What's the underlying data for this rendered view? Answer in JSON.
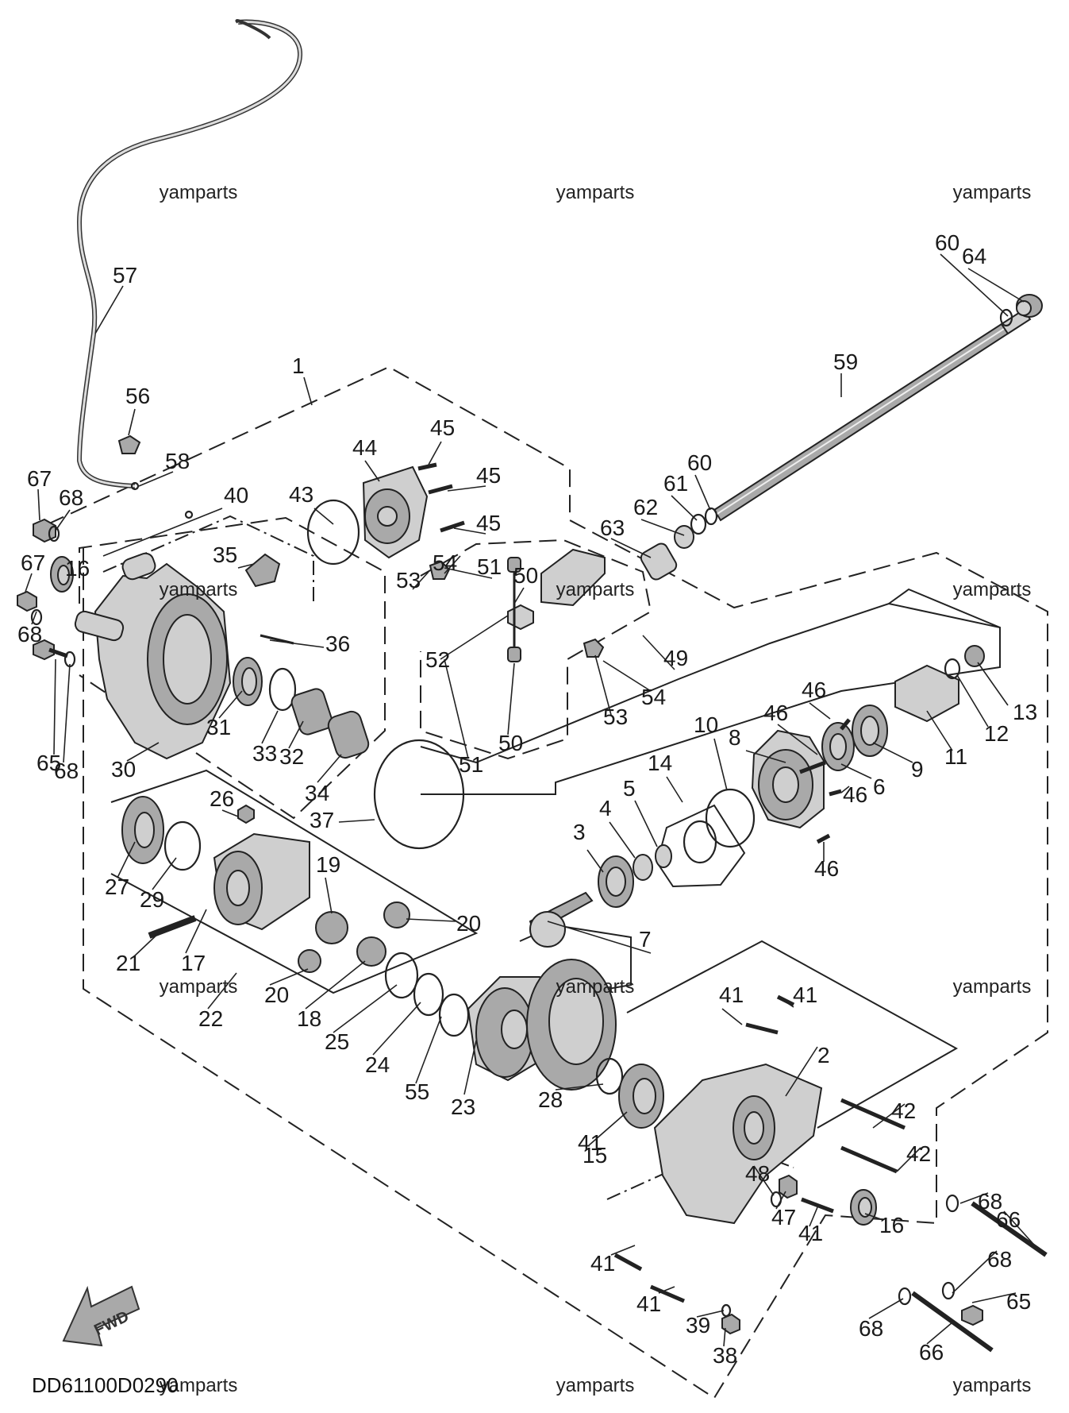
{
  "diagram": {
    "code": "DD61100D0290",
    "fwd_label": "FWD",
    "watermarks": [
      {
        "text": "yamparts"
      },
      {
        "text": "yamparts"
      },
      {
        "text": "yamparts"
      },
      {
        "text": "yamparts"
      },
      {
        "text": "yamparts"
      },
      {
        "text": "yamparts"
      },
      {
        "text": "yamparts"
      },
      {
        "text": "yamparts"
      },
      {
        "text": "yamparts"
      },
      {
        "text": "yamparts"
      },
      {
        "text": "yamparts"
      },
      {
        "text": "yamparts"
      }
    ],
    "labels": [
      "1",
      "2",
      "3",
      "4",
      "5",
      "6",
      "7",
      "8",
      "9",
      "10",
      "11",
      "12",
      "13",
      "14",
      "15",
      "16",
      "16",
      "17",
      "18",
      "19",
      "20",
      "20",
      "21",
      "22",
      "23",
      "24",
      "25",
      "26",
      "27",
      "28",
      "29",
      "30",
      "31",
      "32",
      "33",
      "34",
      "35",
      "36",
      "37",
      "38",
      "39",
      "40",
      "41",
      "41",
      "41",
      "41",
      "41",
      "41",
      "42",
      "42",
      "43",
      "44",
      "45",
      "45",
      "45",
      "46",
      "46",
      "46",
      "46",
      "47",
      "48",
      "49",
      "50",
      "50",
      "51",
      "51",
      "52",
      "53",
      "53",
      "54",
      "54",
      "55",
      "56",
      "57",
      "58",
      "59",
      "60",
      "60",
      "61",
      "62",
      "63",
      "64",
      "65",
      "65",
      "66",
      "66",
      "67",
      "67",
      "68",
      "68",
      "68",
      "68",
      "68",
      "68"
    ]
  }
}
